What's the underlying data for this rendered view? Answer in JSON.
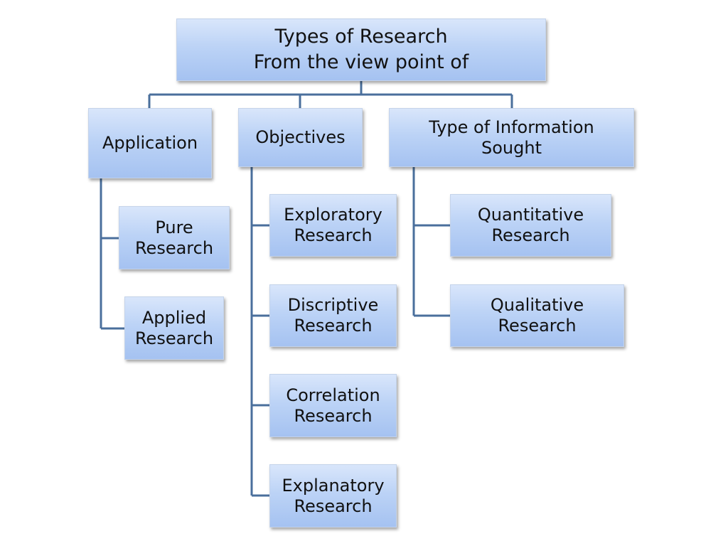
{
  "diagram": {
    "root": {
      "line1": "Types of Research",
      "line2": "From the view point of"
    },
    "branches": [
      {
        "label": "Application",
        "children": [
          {
            "line1": "Pure",
            "line2": "Research"
          },
          {
            "line1": "Applied",
            "line2": "Research"
          }
        ]
      },
      {
        "label": "Objectives",
        "children": [
          {
            "line1": "Exploratory",
            "line2": "Research"
          },
          {
            "line1": "Discriptive",
            "line2": "Research"
          },
          {
            "line1": "Correlation",
            "line2": "Research"
          },
          {
            "line1": "Explanatory",
            "line2": "Research"
          }
        ]
      },
      {
        "line1": "Type of Information",
        "line2": "Sought",
        "children": [
          {
            "line1": "Quantitative",
            "line2": "Research"
          },
          {
            "line1": "Qualitative",
            "line2": "Research"
          }
        ]
      }
    ],
    "colors": {
      "connector": "#4a6f9c",
      "box_top": "#d9e6fb",
      "box_bottom": "#a5c2f1"
    }
  }
}
